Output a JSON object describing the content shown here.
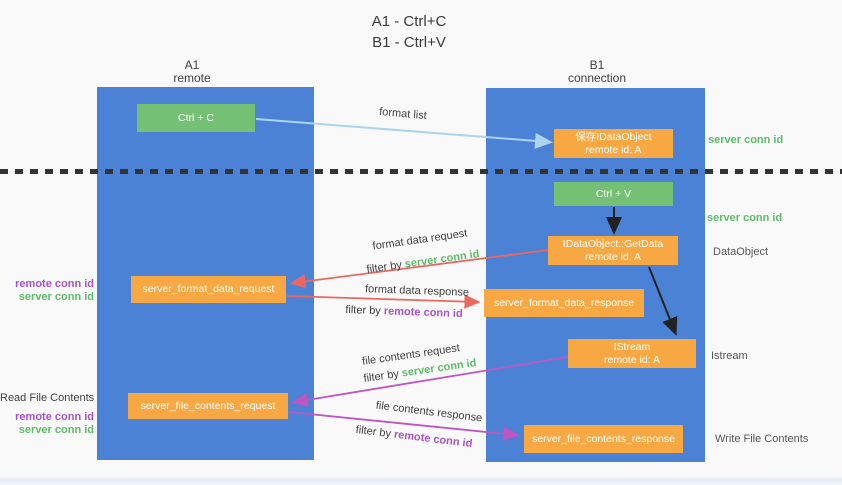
{
  "title": {
    "line1": "A1 - Ctrl+C",
    "line2": "B1 - Ctrl+V"
  },
  "lanes": {
    "left": {
      "title": "A1",
      "subtitle": "remote"
    },
    "right": {
      "title": "B1",
      "subtitle": "connection"
    }
  },
  "nodes": {
    "ctrl_c": {
      "label": "Ctrl + C"
    },
    "ctrl_v": {
      "label": "Ctrl + V"
    },
    "save_idataobject": {
      "line1": "保存IDataObject",
      "line2": "remote id: A"
    },
    "idataobject_getdata": {
      "line1": "IDataObject::GetData",
      "line2": "remote id: A"
    },
    "istream": {
      "line1": "IStream",
      "line2": "remote id: A"
    },
    "server_format_data_request": {
      "label": "server_format_data_request"
    },
    "server_format_data_response": {
      "label": "server_format_data_response"
    },
    "server_file_contents_request": {
      "label": "server_file_contents_request"
    },
    "server_file_contents_response": {
      "label": "server_file_contents_response"
    }
  },
  "edges": {
    "format_list": {
      "label": "format list"
    },
    "format_data_request": {
      "label": "format data request",
      "filter_prefix": "filter by",
      "filter_key": "server conn id"
    },
    "format_data_response": {
      "label": "format data response",
      "filter_prefix": "filter by",
      "filter_key": "remote conn id"
    },
    "file_contents_request": {
      "label": "file contents request",
      "filter_prefix": "filter by",
      "filter_key": "server conn id"
    },
    "file_contents_response": {
      "label": "file contents response",
      "filter_prefix": "filter by",
      "filter_key": "remote conn id"
    }
  },
  "annotations": {
    "right_server_conn_id_top": "server conn id",
    "right_server_conn_id_mid": "server conn id",
    "right_dataobject": "DataObject",
    "right_istream": "Istream",
    "right_write_file_contents": "Write File Contents",
    "left_read_file_contents": "Read File Contents",
    "left_top": {
      "remote_conn_id": "remote conn id",
      "server_conn_id": "server conn id"
    },
    "left_bottom": {
      "remote_conn_id": "remote conn id",
      "server_conn_id": "server conn id"
    }
  },
  "colors": {
    "lane_blue": "#4C82D6",
    "node_green": "#74C175",
    "node_orange": "#F8A843",
    "arrow_light_blue": "#ABD4EF",
    "arrow_red": "#E96960",
    "arrow_magenta": "#BF55BF",
    "arrow_black": "#222222",
    "text_green": "#5CBC66",
    "text_purple": "#A952C8",
    "text_dark": "#3E3E3E",
    "text_gray": "#56565A"
  }
}
